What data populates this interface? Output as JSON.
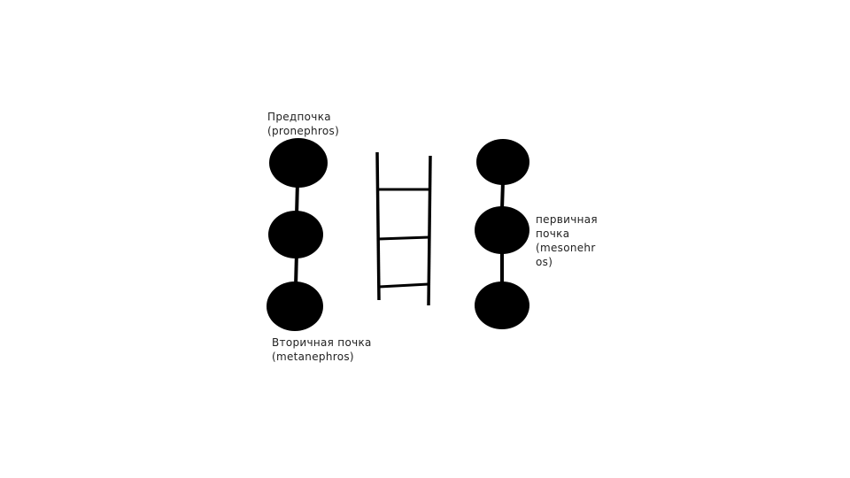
{
  "labels": {
    "pronephros_line1": "Предпочка",
    "pronephros_line2": "(pronephros)",
    "metanephros_line1": "Вторичная почка",
    "metanephros_line2": "(metanephros)",
    "mesonephros_line1": "первичная",
    "mesonephros_line2": "почка",
    "mesonephros_line3": "(mesonehr",
    "mesonephros_line4": "os)"
  },
  "colors": {
    "ink": "#000000",
    "background": "#ffffff"
  }
}
